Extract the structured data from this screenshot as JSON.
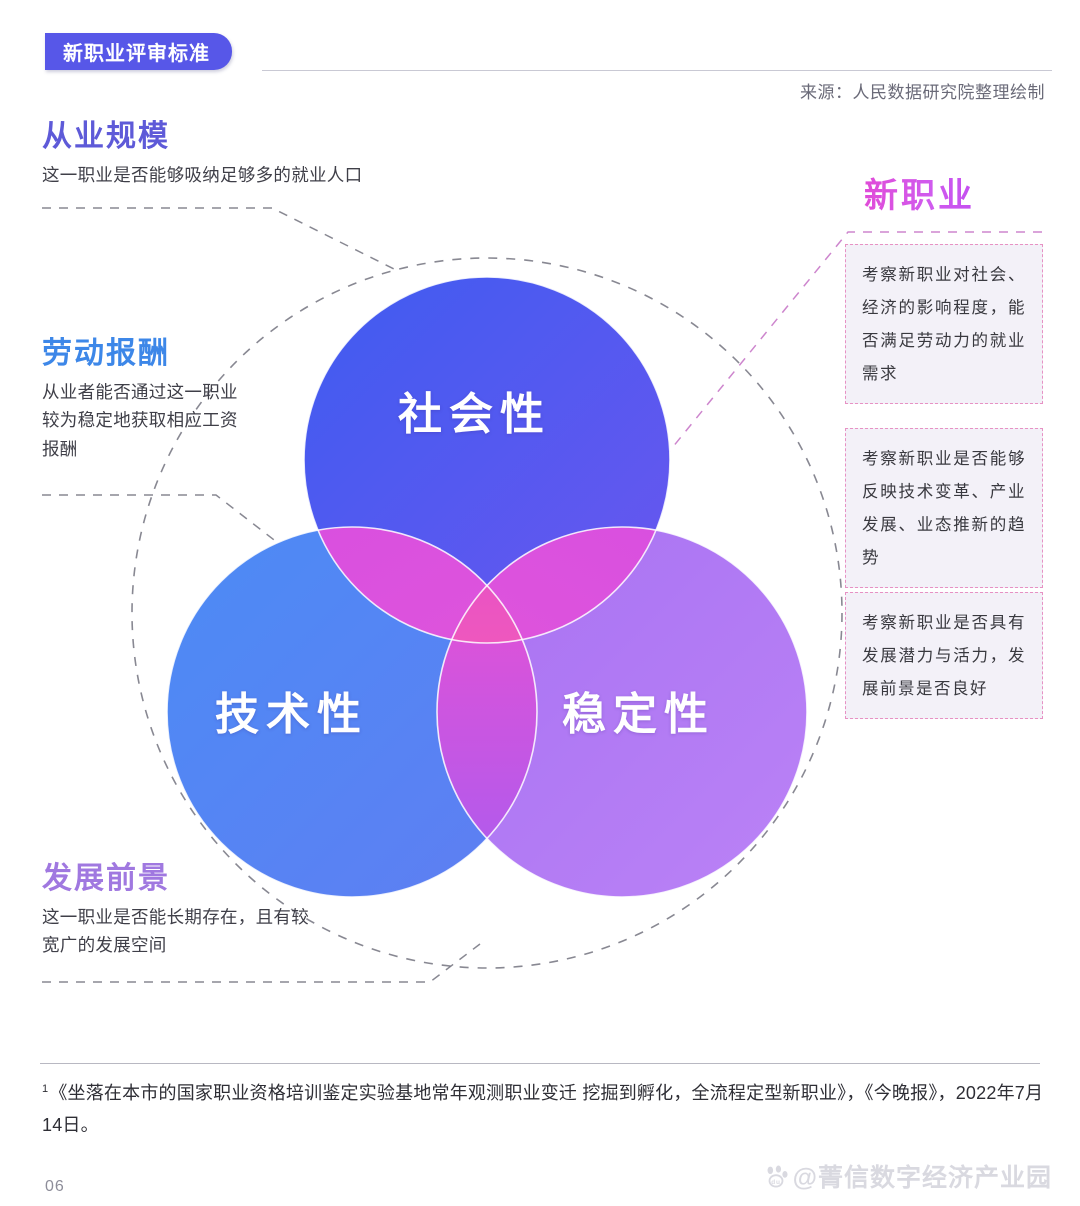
{
  "header": {
    "badge_label": "新职业评审标准",
    "source": "来源：人民数据研究院整理绘制"
  },
  "left_criteria": [
    {
      "title": "从业规模",
      "desc": "这一职业是否能够吸纳足够多的就业人口",
      "color": "#5e5ad8"
    },
    {
      "title": "劳动报酬",
      "desc": "从业者能否通过这一职业较为稳定地获取相应工资报酬",
      "color": "#3d87e8"
    },
    {
      "title": "发展前景",
      "desc": "这一职业是否能长期存在，且有较宽广的发展空间",
      "color": "#a078e0"
    }
  ],
  "right_panel": {
    "heading": "新职业",
    "heading_color": "#e252e8",
    "notes": [
      "考察新职业对社会、经济的影响程度，能否满足劳动力的就业需求",
      "考察新职业是否能够反映技术变革、产业发展、业态推新的趋势",
      "考察新职业是否具有发展潜力与活力，发展前景是否良好"
    ]
  },
  "venn": {
    "circles": [
      {
        "label": "社会性",
        "fill_start": "#3f5cf0",
        "fill_end": "#6a56ef"
      },
      {
        "label": "技术性",
        "fill_start": "#4c8bf5",
        "fill_end": "#5b7cf2"
      },
      {
        "label": "稳定性",
        "fill_start": "#a772f2",
        "fill_end": "#b67ef5"
      }
    ],
    "overlap_color": "#e055d8",
    "center_color": "#ff5fa8",
    "outer_ring_color": "#6d6d7a",
    "pointer_color": "#c878c8"
  },
  "footnote": {
    "marker": "1",
    "text": "《坐落在本市的国家职业资格培训鉴定实验基地常年观测职业变迁 挖掘到孵化，全流程定型新职业》，《今晚报》，2022年7月14日。"
  },
  "footer": {
    "page_number": "06",
    "watermark": "@菁信数字经济产业园"
  }
}
